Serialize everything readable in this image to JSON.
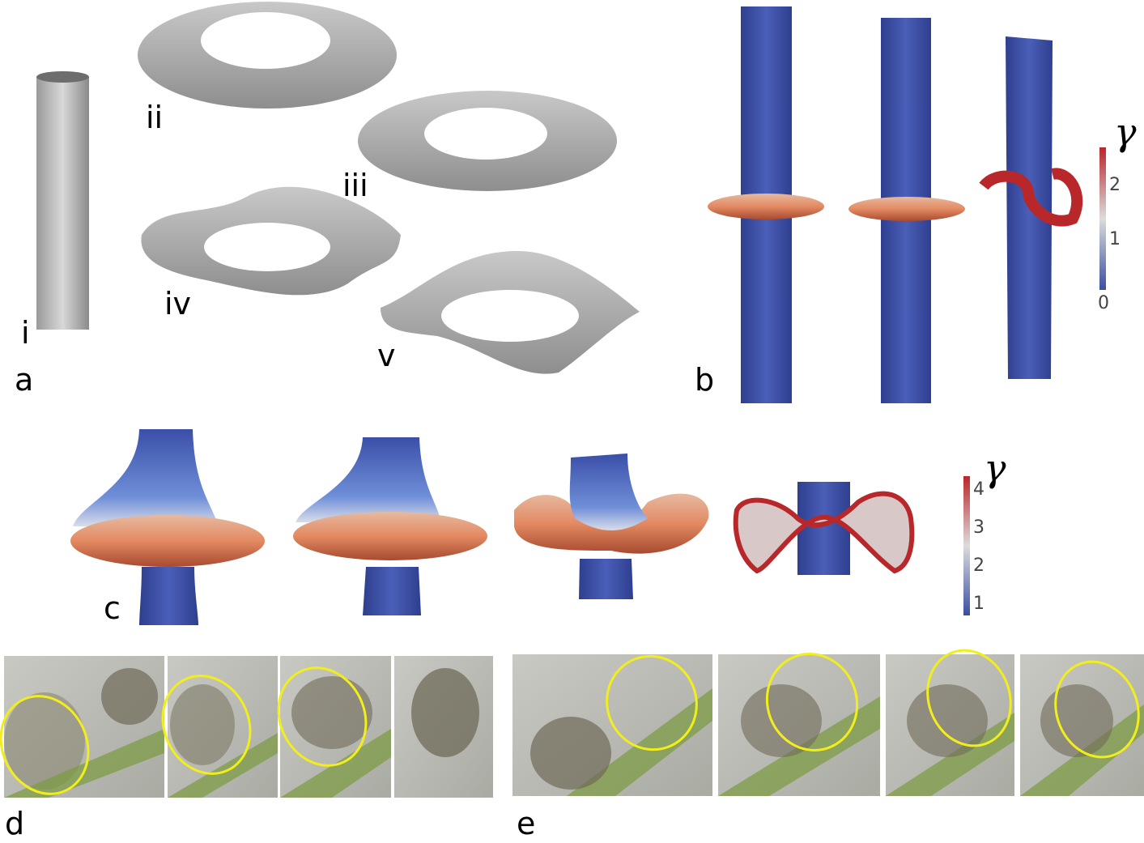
{
  "panels": {
    "a": {
      "label": "a",
      "sublabels": [
        "i",
        "ii",
        "iii",
        "iv",
        "v"
      ]
    },
    "b": {
      "label": "b",
      "colorbar": {
        "symbol": "γ",
        "ticks": [
          "0",
          "1",
          "2"
        ],
        "range": [
          0,
          2.6
        ]
      }
    },
    "c": {
      "label": "c",
      "colorbar": {
        "symbol": "γ",
        "ticks": [
          "1",
          "2",
          "3",
          "4"
        ],
        "range": [
          0.7,
          4.5
        ]
      }
    },
    "d": {
      "label": "d",
      "frames": 4
    },
    "e": {
      "label": "e",
      "frames": 4
    }
  },
  "colors": {
    "low": "#3a4fa0",
    "mid": "#dcdcdc",
    "high": "#b8272a",
    "highlight": "#f2ee1c"
  }
}
